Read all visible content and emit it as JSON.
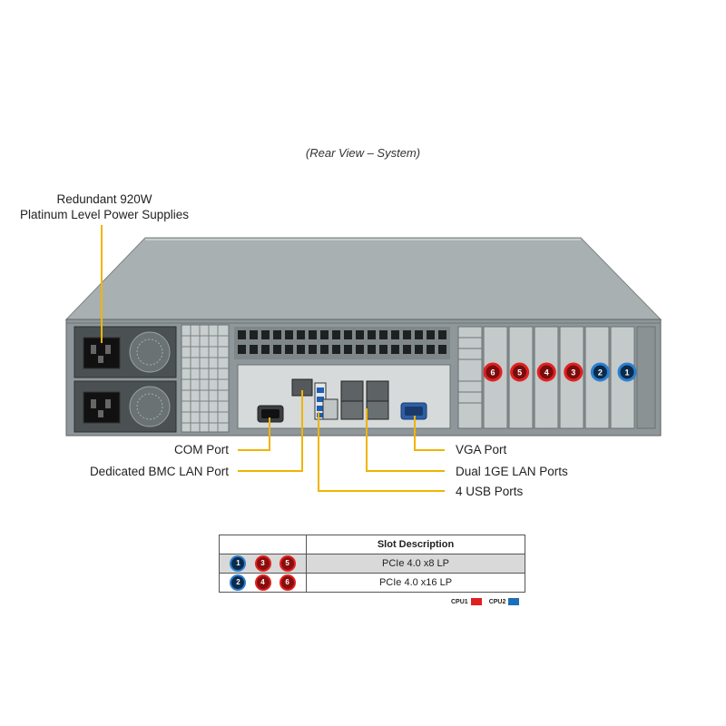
{
  "caption": "(Rear View – System)",
  "psu_label": {
    "line1": "Redundant  920W",
    "line2": "Platinum Level Power Supplies"
  },
  "callouts": {
    "com_port": "COM Port",
    "bmc_lan": "Dedicated BMC LAN Port",
    "vga_port": "VGA Port",
    "dual_lan": "Dual 1GE LAN Ports",
    "usb_ports": "4 USB Ports"
  },
  "slot_markers": [
    {
      "num": "6",
      "cpu": "CPU1"
    },
    {
      "num": "5",
      "cpu": "CPU1"
    },
    {
      "num": "4",
      "cpu": "CPU1"
    },
    {
      "num": "3",
      "cpu": "CPU1"
    },
    {
      "num": "2",
      "cpu": "CPU2"
    },
    {
      "num": "1",
      "cpu": "CPU2"
    }
  ],
  "slot_table": {
    "header": "Slot Description",
    "rows": [
      {
        "slots": [
          "1",
          "3",
          "5"
        ],
        "cpus": [
          "CPU2",
          "CPU1",
          "CPU1"
        ],
        "desc": "PCIe  4.0 x8 LP"
      },
      {
        "slots": [
          "2",
          "4",
          "6"
        ],
        "cpus": [
          "CPU2",
          "CPU1",
          "CPU1"
        ],
        "desc": "PCIe  4.0 x16 LP"
      }
    ]
  },
  "legend": {
    "cpu1": {
      "label": "CPU1",
      "color": "#e02020"
    },
    "cpu2": {
      "label": "CPU2",
      "color": "#1a6fb8"
    }
  },
  "colors": {
    "leader_line": "#f0b400",
    "chassis": "#9aa2a4",
    "chassis_dark": "#5c6264"
  }
}
